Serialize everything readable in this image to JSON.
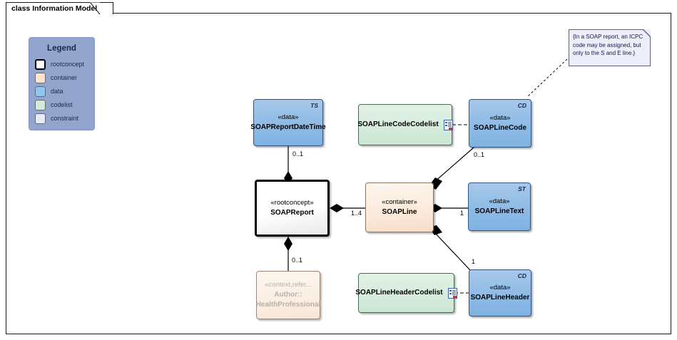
{
  "frame": {
    "tab_label": "class Information Model"
  },
  "legend": {
    "title": "Legend",
    "items": [
      {
        "label": "rootconcept",
        "color": "#ffffff",
        "swatch_style": "thick"
      },
      {
        "label": "container",
        "color": "#fae3d0",
        "swatch_style": "normal"
      },
      {
        "label": "data",
        "color": "#93c4ec",
        "swatch_style": "normal"
      },
      {
        "label": "codelist",
        "color": "#d4ead9",
        "swatch_style": "normal"
      },
      {
        "label": "constraint",
        "color": "#e8eaf7",
        "swatch_style": "normal"
      }
    ]
  },
  "note": {
    "text": "{In a SOAP report, an ICPC code may be assigned, but only to the S and E line.}"
  },
  "nodes": {
    "soap_report_datetime": {
      "stereotype": "«data»",
      "name": "SOAPReportDateTime",
      "tag": "TS",
      "kind": "data"
    },
    "soap_line_code_codelist": {
      "name": "SOAPLineCodeCodelist",
      "kind": "codelist",
      "icon": "document-list-icon"
    },
    "soap_line_code": {
      "stereotype": "«data»",
      "name": "SOAPLineCode",
      "tag": "CD",
      "kind": "data"
    },
    "soap_report": {
      "stereotype": "«rootconcept»",
      "name": "SOAPReport",
      "tag": "",
      "kind": "rootconcept"
    },
    "soap_line": {
      "stereotype": "«container»",
      "name": "SOAPLine",
      "tag": "",
      "kind": "container"
    },
    "soap_line_text": {
      "stereotype": "«data»",
      "name": "SOAPLineText",
      "tag": "ST",
      "kind": "data"
    },
    "soap_line_header_codelist": {
      "name": "SOAPLineHeaderCodelist",
      "kind": "codelist",
      "icon": "document-list-icon"
    },
    "soap_line_header": {
      "stereotype": "«data»",
      "name": "SOAPLineHeader",
      "tag": "CD",
      "kind": "data"
    },
    "author_ref": {
      "stereotype": "«context,refer...",
      "name_line1": "Author::",
      "name_line2": "HealthProfessional",
      "kind": "reference"
    }
  },
  "multiplicities": {
    "report_datetime": "0..1",
    "line_code": "0..1",
    "report_line": "1..4",
    "line_text": "1",
    "line_header": "1",
    "report_author": "0..1"
  },
  "colors": {
    "data_fill": "#92bde6",
    "container_fill": "#fbeadb",
    "codelist_fill": "#d6ecdd",
    "rootconcept_fill": "#ffffff",
    "constraint_fill": "#e8eaf7",
    "legend_bg": "#93a4cd",
    "note_fill": "#edeefa",
    "line": "#000000"
  }
}
